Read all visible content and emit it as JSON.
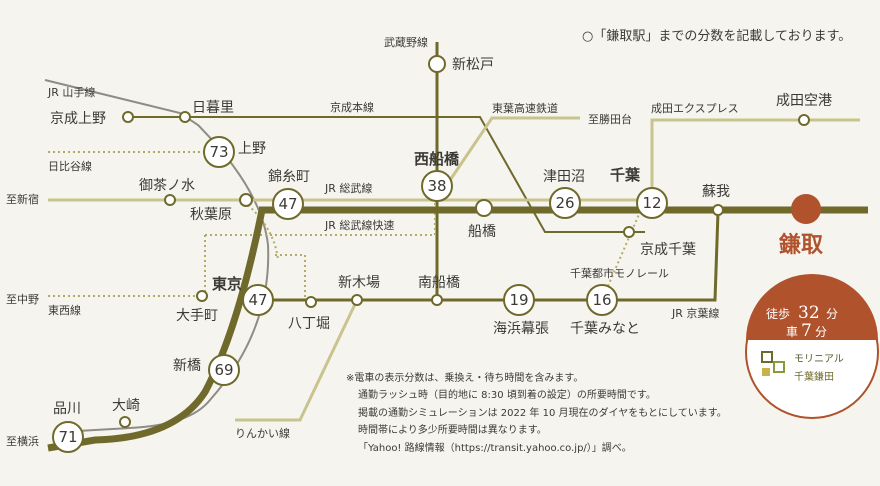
{
  "legend": {
    "text": "○「鎌取駅」までの分数を記載しております。"
  },
  "lines": {
    "yamanote": "JR 山手線",
    "hibiya": "日比谷線",
    "shinjuku": "至新宿",
    "nakano": "至中野",
    "tozai": "東西線",
    "yokohama": "至横浜",
    "musashino": "武蔵野線",
    "keisei": "京成本線",
    "toyo": "東葉高速鉄道",
    "katsutadai": "至勝田台",
    "narita_exp": "成田エクスプレス",
    "sobu": "JR 総武線",
    "sobu_rapid": "JR 総武線快速",
    "monorail": "千葉都市モノレール",
    "keiyo": "JR 京葉線",
    "rinkai": "りんかい線"
  },
  "stations": {
    "keisei_ueno": "京成上野",
    "nippori": "日暮里",
    "ueno": "上野",
    "okachimachi": "御茶ノ水",
    "akihabara": "秋葉原",
    "kinshicho": "錦糸町",
    "tokyo": "東京",
    "otemachi": "大手町",
    "hatchobori": "八丁堀",
    "shinkiba": "新木場",
    "shimbashi": "新橋",
    "shinagawa": "品川",
    "osaki": "大崎",
    "shin_matsudo": "新松戸",
    "nishi_funabashi": "西船橋",
    "funabashi": "船橋",
    "minami_funabashi": "南船橋",
    "tsudanuma": "津田沼",
    "chiba": "千葉",
    "keisei_chiba": "京成千葉",
    "kaihin_makuhari": "海浜幕張",
    "chiba_minato": "千葉みなと",
    "soga": "蘇我",
    "narita_airport": "成田空港",
    "kamatori": "鎌取"
  },
  "minutes": {
    "ueno": "73",
    "kinshicho": "47",
    "tokyo": "47",
    "shimbashi": "69",
    "shinagawa": "71",
    "nishi_funabashi": "38",
    "tsudanuma": "26",
    "chiba": "12",
    "kaihin_makuhari": "19",
    "chiba_minato": "16"
  },
  "access": {
    "walk_label": "徒歩",
    "walk_min": "32",
    "walk_unit": "分",
    "car_label": "車",
    "car_min": "7",
    "car_unit": "分"
  },
  "brand": {
    "line1": "モリニアル",
    "line2": "千葉鎌田"
  },
  "notes": [
    "※電車の表示分数は、乗換え・待ち時間を含みます。",
    "通勤ラッシュ時（目的地に 8:30 頃到着の設定）の所要時間です。",
    "掲載の通勤シミュレーションは 2022 年 10 月現在のダイヤをもとにしています。",
    "時間帯により多少所要時間は異なります。",
    "「Yahoo! 路線情報（https://transit.yahoo.co.jp/）」調べ。"
  ],
  "colors": {
    "main": "#6f6a2c",
    "secondary": "#a29f5c",
    "pale": "#c9c38e",
    "dotted": "#b3aa69",
    "yamanote_gray": "#8f8c86",
    "accent": "#b0522c"
  }
}
